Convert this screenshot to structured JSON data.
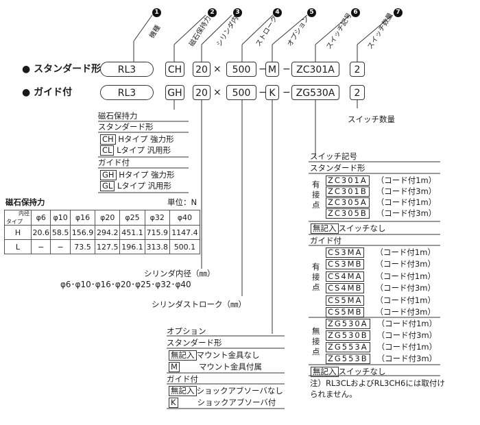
{
  "fields": {
    "f1": {
      "label": "機種",
      "num": "1"
    },
    "f2": {
      "label": "磁石保持力",
      "num": "2"
    },
    "f3": {
      "label": "シリンダ内径",
      "num": "3"
    },
    "f4": {
      "label": "ストローク",
      "num": "4"
    },
    "f5": {
      "label": "オプション",
      "num": "5"
    },
    "f6": {
      "label": "スイッチ記号",
      "num": "6"
    },
    "f7": {
      "label": "スイッチ数量",
      "num": "7"
    }
  },
  "rows": [
    {
      "label": "● スタンダード形",
      "model": "RL3",
      "force": "CH",
      "bore": "20",
      "x": "×",
      "stroke": "500",
      "dash1": "−",
      "option": "M",
      "dash2": "−",
      "switch": "ZC301A",
      "qty": "2"
    },
    {
      "label": "● ガイド付",
      "model": "RL3",
      "force": "GH",
      "bore": "20",
      "x": "×",
      "stroke": "500",
      "dash1": "−",
      "option": "K",
      "dash2": "−",
      "switch": "ZG530A",
      "qty": "2"
    }
  ],
  "qty_note": "スイッチ数量",
  "force_legend": {
    "title": "磁石保持力",
    "standard": "スタンダード形",
    "guide": "ガイド付",
    "standard_items": [
      {
        "code": "CH",
        "type": "Hタイプ",
        "desc": "強力形"
      },
      {
        "code": "CL",
        "type": "Lタイプ",
        "desc": "汎用形"
      }
    ],
    "guide_items": [
      {
        "code": "GH",
        "type": "Hタイプ",
        "desc": "強力形"
      },
      {
        "code": "GL",
        "type": "Lタイプ",
        "desc": "汎用形"
      }
    ]
  },
  "force_table": {
    "title": "磁石保持力",
    "unit": "単位：N",
    "corner_top": "内径",
    "corner_bottom": "タイプ",
    "headers": [
      "φ6",
      "φ10",
      "φ16",
      "φ20",
      "φ25",
      "φ32",
      "φ40"
    ],
    "rows": [
      {
        "type": "H",
        "values": [
          "20.6",
          "58.5",
          "156.9",
          "294.2",
          "451.1",
          "715.9",
          "1147.4"
        ]
      },
      {
        "type": "L",
        "values": [
          "−",
          "−",
          "73.5",
          "127.5",
          "196.1",
          "313.8",
          "500.1"
        ]
      }
    ]
  },
  "bore_note": {
    "title": "シリンダ内径（㎜）",
    "values": "φ6･φ10･φ16･φ20･φ25･φ32･φ40"
  },
  "stroke_note": "シリンダストローク（㎜）",
  "option_legend": {
    "title": "オプション",
    "standard": "スタンダード形",
    "guide": "ガイド付",
    "standard_items": [
      {
        "code": "無記入",
        "desc": "マウント金具なし"
      },
      {
        "code": "M",
        "desc": "マウント金具付属"
      }
    ],
    "guide_items": [
      {
        "code": "無記入",
        "desc": "ショックアブソーバなし"
      },
      {
        "code": "K",
        "desc": "ショックアブソーバ付"
      }
    ]
  },
  "switch_legend": {
    "title": "スイッチ記号",
    "standard": "スタンダード形",
    "guide": "ガイド付",
    "contact": "有接点",
    "contactless": "無接点",
    "none_code": "無記入",
    "none_desc": "スイッチなし",
    "standard_items": [
      {
        "code": "ZC301A",
        "desc": "（コード付1m）"
      },
      {
        "code": "ZC301B",
        "desc": "（コード付3m）"
      },
      {
        "code": "ZC305A",
        "desc": "（コード付1m）"
      },
      {
        "code": "ZC305B",
        "desc": "（コード付3m）"
      }
    ],
    "guide_contact_items": [
      {
        "code": "CS3MA",
        "desc": "（コード付1m）"
      },
      {
        "code": "CS3MB",
        "desc": "（コード付3m）"
      },
      {
        "code": "CS4MA",
        "desc": "（コード付1m）"
      },
      {
        "code": "CS4MB",
        "desc": "（コード付3m）"
      },
      {
        "code": "CS5MA",
        "desc": "（コード付1m）"
      },
      {
        "code": "CS5MB",
        "desc": "（コード付3m）"
      }
    ],
    "guide_contactless_items": [
      {
        "code": "ZG530A",
        "desc": "（コード付1m）"
      },
      {
        "code": "ZG530B",
        "desc": "（コード付3m）"
      },
      {
        "code": "ZG553A",
        "desc": "（コード付1m）"
      },
      {
        "code": "ZG553B",
        "desc": "（コード付3m）"
      }
    ],
    "note": "注）RL3CLおよびRL3CH6には取付け\nられません。"
  }
}
